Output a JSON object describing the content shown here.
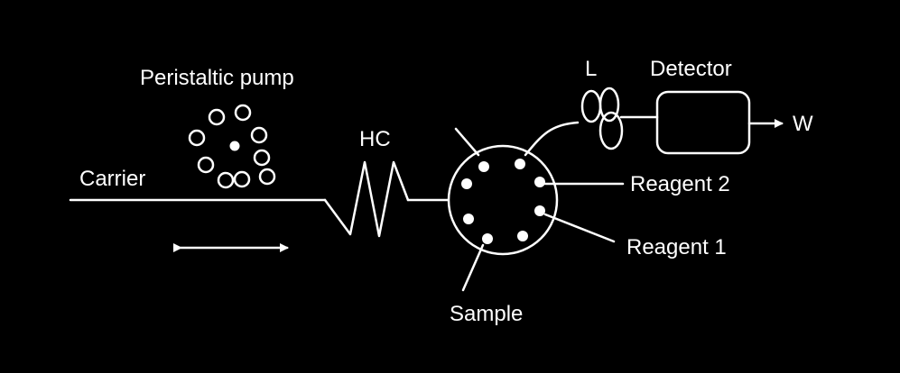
{
  "labels": {
    "peristaltic_pump": "Peristaltic pump",
    "carrier": "Carrier",
    "hc": "HC",
    "loop": "L",
    "detector": "Detector",
    "waste": "W",
    "reagent_2": "Reagent 2",
    "reagent_1": "Reagent 1",
    "sample": "Sample"
  },
  "colors": {
    "background": "#000000",
    "foreground": "#ffffff"
  }
}
